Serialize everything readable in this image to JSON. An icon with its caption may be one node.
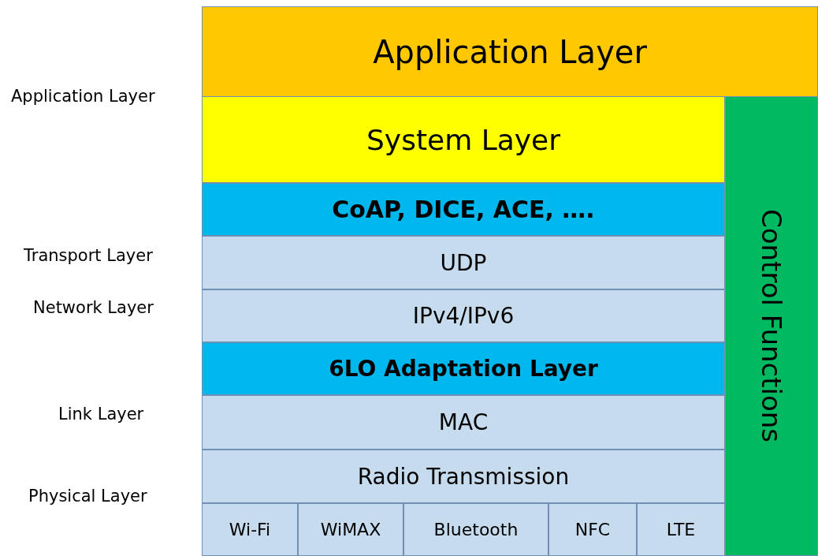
{
  "diagram": {
    "nodes": [
      {
        "text": [
          "Application Layer"
        ]
      },
      {
        "text": [
          "System Layer"
        ]
      },
      {
        "text": [
          "CoAP, DICE, ACE, …."
        ]
      },
      {
        "text": [
          "UDP"
        ]
      },
      {
        "text": [
          "IPv4/IPv6"
        ]
      },
      {
        "text": [
          "6LO Adaptation Layer"
        ]
      },
      {
        "text": [
          "MAC"
        ]
      },
      {
        "text": [
          "Radio Transmission"
        ]
      },
      {
        "text": [
          "Wi-Fi"
        ]
      },
      {
        "text": [
          "WiMAX"
        ]
      },
      {
        "text": [
          "Bluetooth"
        ]
      },
      {
        "text": [
          "NFC"
        ]
      },
      {
        "text": [
          "LTE"
        ]
      },
      {
        "text": [
          "Control Functions"
        ]
      }
    ],
    "labels": [
      "Application Layer",
      "Transport Layer",
      "Network Layer",
      "Link Layer",
      "Physical Layer"
    ]
  }
}
